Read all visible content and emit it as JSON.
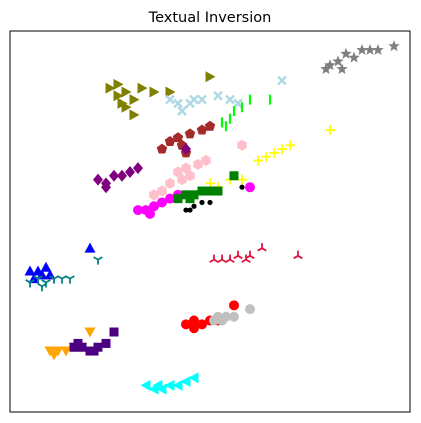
{
  "chart_data": {
    "type": "scatter",
    "title": "Textual Inversion",
    "xlabel": "",
    "ylabel": "",
    "xlim": [
      0,
      100
    ],
    "ylim": [
      0,
      100
    ],
    "grid": false,
    "axis_ticks": false,
    "series": [
      {
        "color": "#808080",
        "marker": "star",
        "points": [
          [
            80,
            91
          ],
          [
            82,
            92
          ],
          [
            84,
            94
          ],
          [
            86,
            93
          ],
          [
            88,
            95
          ],
          [
            90,
            95
          ],
          [
            92,
            95
          ],
          [
            96,
            96
          ],
          [
            79,
            90
          ],
          [
            83,
            90
          ]
        ]
      },
      {
        "color": "#808000",
        "marker": "triangle-right",
        "points": [
          [
            25,
            85
          ],
          [
            27,
            83
          ],
          [
            29,
            84
          ],
          [
            31,
            82
          ],
          [
            33,
            85
          ],
          [
            36,
            84
          ],
          [
            40,
            84
          ],
          [
            29,
            80
          ],
          [
            31,
            78
          ],
          [
            27,
            86
          ],
          [
            50,
            88
          ],
          [
            28,
            81
          ]
        ]
      },
      {
        "color": "#add8e6",
        "marker": "x",
        "points": [
          [
            40,
            82
          ],
          [
            42,
            81
          ],
          [
            45,
            81
          ],
          [
            48,
            82
          ],
          [
            52,
            83
          ],
          [
            55,
            82
          ],
          [
            57,
            81
          ],
          [
            43,
            79
          ],
          [
            68,
            87
          ],
          [
            46,
            82
          ]
        ]
      },
      {
        "color": "#00ff00",
        "marker": "vline",
        "points": [
          [
            53,
            76
          ],
          [
            55,
            77
          ],
          [
            56,
            79
          ],
          [
            58,
            80
          ],
          [
            60,
            82
          ],
          [
            65,
            82
          ],
          [
            54,
            75
          ]
        ]
      },
      {
        "color": "#a52a2a",
        "marker": "pentagon",
        "points": [
          [
            40,
            71
          ],
          [
            42,
            72
          ],
          [
            45,
            73
          ],
          [
            48,
            74
          ],
          [
            50,
            75
          ],
          [
            38,
            69
          ],
          [
            43,
            70
          ],
          [
            44,
            68
          ]
        ]
      },
      {
        "color": "#800080",
        "marker": "diamond",
        "points": [
          [
            22,
            61
          ],
          [
            24,
            60
          ],
          [
            26,
            62
          ],
          [
            28,
            62
          ],
          [
            30,
            63
          ],
          [
            32,
            64
          ],
          [
            24,
            59
          ],
          [
            44,
            69
          ]
        ]
      },
      {
        "color": "#ffc0cb",
        "marker": "hexagon",
        "points": [
          [
            42,
            63
          ],
          [
            44,
            64
          ],
          [
            47,
            65
          ],
          [
            49,
            66
          ],
          [
            45,
            62
          ],
          [
            40,
            60
          ],
          [
            38,
            58
          ],
          [
            36,
            57
          ],
          [
            58,
            70
          ],
          [
            43,
            61
          ]
        ]
      },
      {
        "color": "#ffff00",
        "marker": "plus",
        "points": [
          [
            62,
            66
          ],
          [
            64,
            67
          ],
          [
            66,
            68
          ],
          [
            68,
            69
          ],
          [
            70,
            70
          ],
          [
            50,
            60
          ],
          [
            52,
            59
          ],
          [
            55,
            61
          ],
          [
            80,
            74
          ],
          [
            58,
            61
          ]
        ]
      },
      {
        "color": "#ff00ff",
        "marker": "circle",
        "points": [
          [
            32,
            53
          ],
          [
            34,
            53
          ],
          [
            36,
            54
          ],
          [
            38,
            55
          ],
          [
            40,
            56
          ],
          [
            42,
            57
          ],
          [
            35,
            52
          ],
          [
            60,
            59
          ]
        ]
      },
      {
        "color": "#008000",
        "marker": "square",
        "points": [
          [
            42,
            56
          ],
          [
            44,
            57
          ],
          [
            46,
            57
          ],
          [
            48,
            58
          ],
          [
            50,
            58
          ],
          [
            52,
            58
          ],
          [
            56,
            62
          ],
          [
            45,
            56
          ]
        ]
      },
      {
        "color": "#000000",
        "marker": "point",
        "points": [
          [
            44,
            53
          ],
          [
            46,
            54
          ],
          [
            48,
            55
          ],
          [
            50,
            55
          ],
          [
            45,
            53
          ],
          [
            58,
            59
          ]
        ]
      },
      {
        "color": "#dc143c",
        "marker": "tri-up",
        "points": [
          [
            51,
            40
          ],
          [
            53,
            40
          ],
          [
            55,
            40
          ],
          [
            57,
            41
          ],
          [
            59,
            40
          ],
          [
            60,
            41
          ],
          [
            63,
            43
          ],
          [
            72,
            41
          ]
        ]
      },
      {
        "color": "#0000ff",
        "marker": "triangle-up",
        "points": [
          [
            5,
            37
          ],
          [
            7,
            37
          ],
          [
            8,
            36
          ],
          [
            9,
            38
          ],
          [
            10,
            36
          ],
          [
            6,
            35
          ],
          [
            20,
            43
          ]
        ]
      },
      {
        "color": "#008080",
        "marker": "tri-down",
        "points": [
          [
            5,
            34
          ],
          [
            7,
            35
          ],
          [
            9,
            34
          ],
          [
            11,
            35
          ],
          [
            13,
            35
          ],
          [
            15,
            35
          ],
          [
            22,
            40
          ],
          [
            8,
            33
          ]
        ]
      },
      {
        "color": "#ff0000",
        "marker": "circle",
        "points": [
          [
            44,
            23
          ],
          [
            46,
            22
          ],
          [
            48,
            23
          ],
          [
            50,
            24
          ],
          [
            52,
            24
          ],
          [
            46,
            24
          ],
          [
            56,
            28
          ]
        ]
      },
      {
        "color": "#c0c0c0",
        "marker": "circle",
        "points": [
          [
            52,
            25
          ],
          [
            54,
            25
          ],
          [
            56,
            25
          ],
          [
            51,
            24
          ],
          [
            53,
            24
          ],
          [
            60,
            27
          ]
        ]
      },
      {
        "color": "#ffa500",
        "marker": "triangle-down",
        "points": [
          [
            10,
            16
          ],
          [
            12,
            16
          ],
          [
            14,
            16
          ],
          [
            16,
            17
          ],
          [
            18,
            17
          ],
          [
            20,
            21
          ],
          [
            11,
            15
          ]
        ]
      },
      {
        "color": "#4b0082",
        "marker": "square",
        "points": [
          [
            16,
            17
          ],
          [
            18,
            17
          ],
          [
            20,
            16
          ],
          [
            22,
            17
          ],
          [
            24,
            18
          ],
          [
            17,
            18
          ],
          [
            26,
            21
          ],
          [
            21,
            16
          ]
        ]
      },
      {
        "color": "#00ffff",
        "marker": "triangle-left",
        "points": [
          [
            34,
            7
          ],
          [
            36,
            6
          ],
          [
            38,
            6
          ],
          [
            40,
            7
          ],
          [
            42,
            7
          ],
          [
            44,
            8
          ],
          [
            46,
            9
          ],
          [
            37,
            7
          ]
        ]
      }
    ]
  }
}
